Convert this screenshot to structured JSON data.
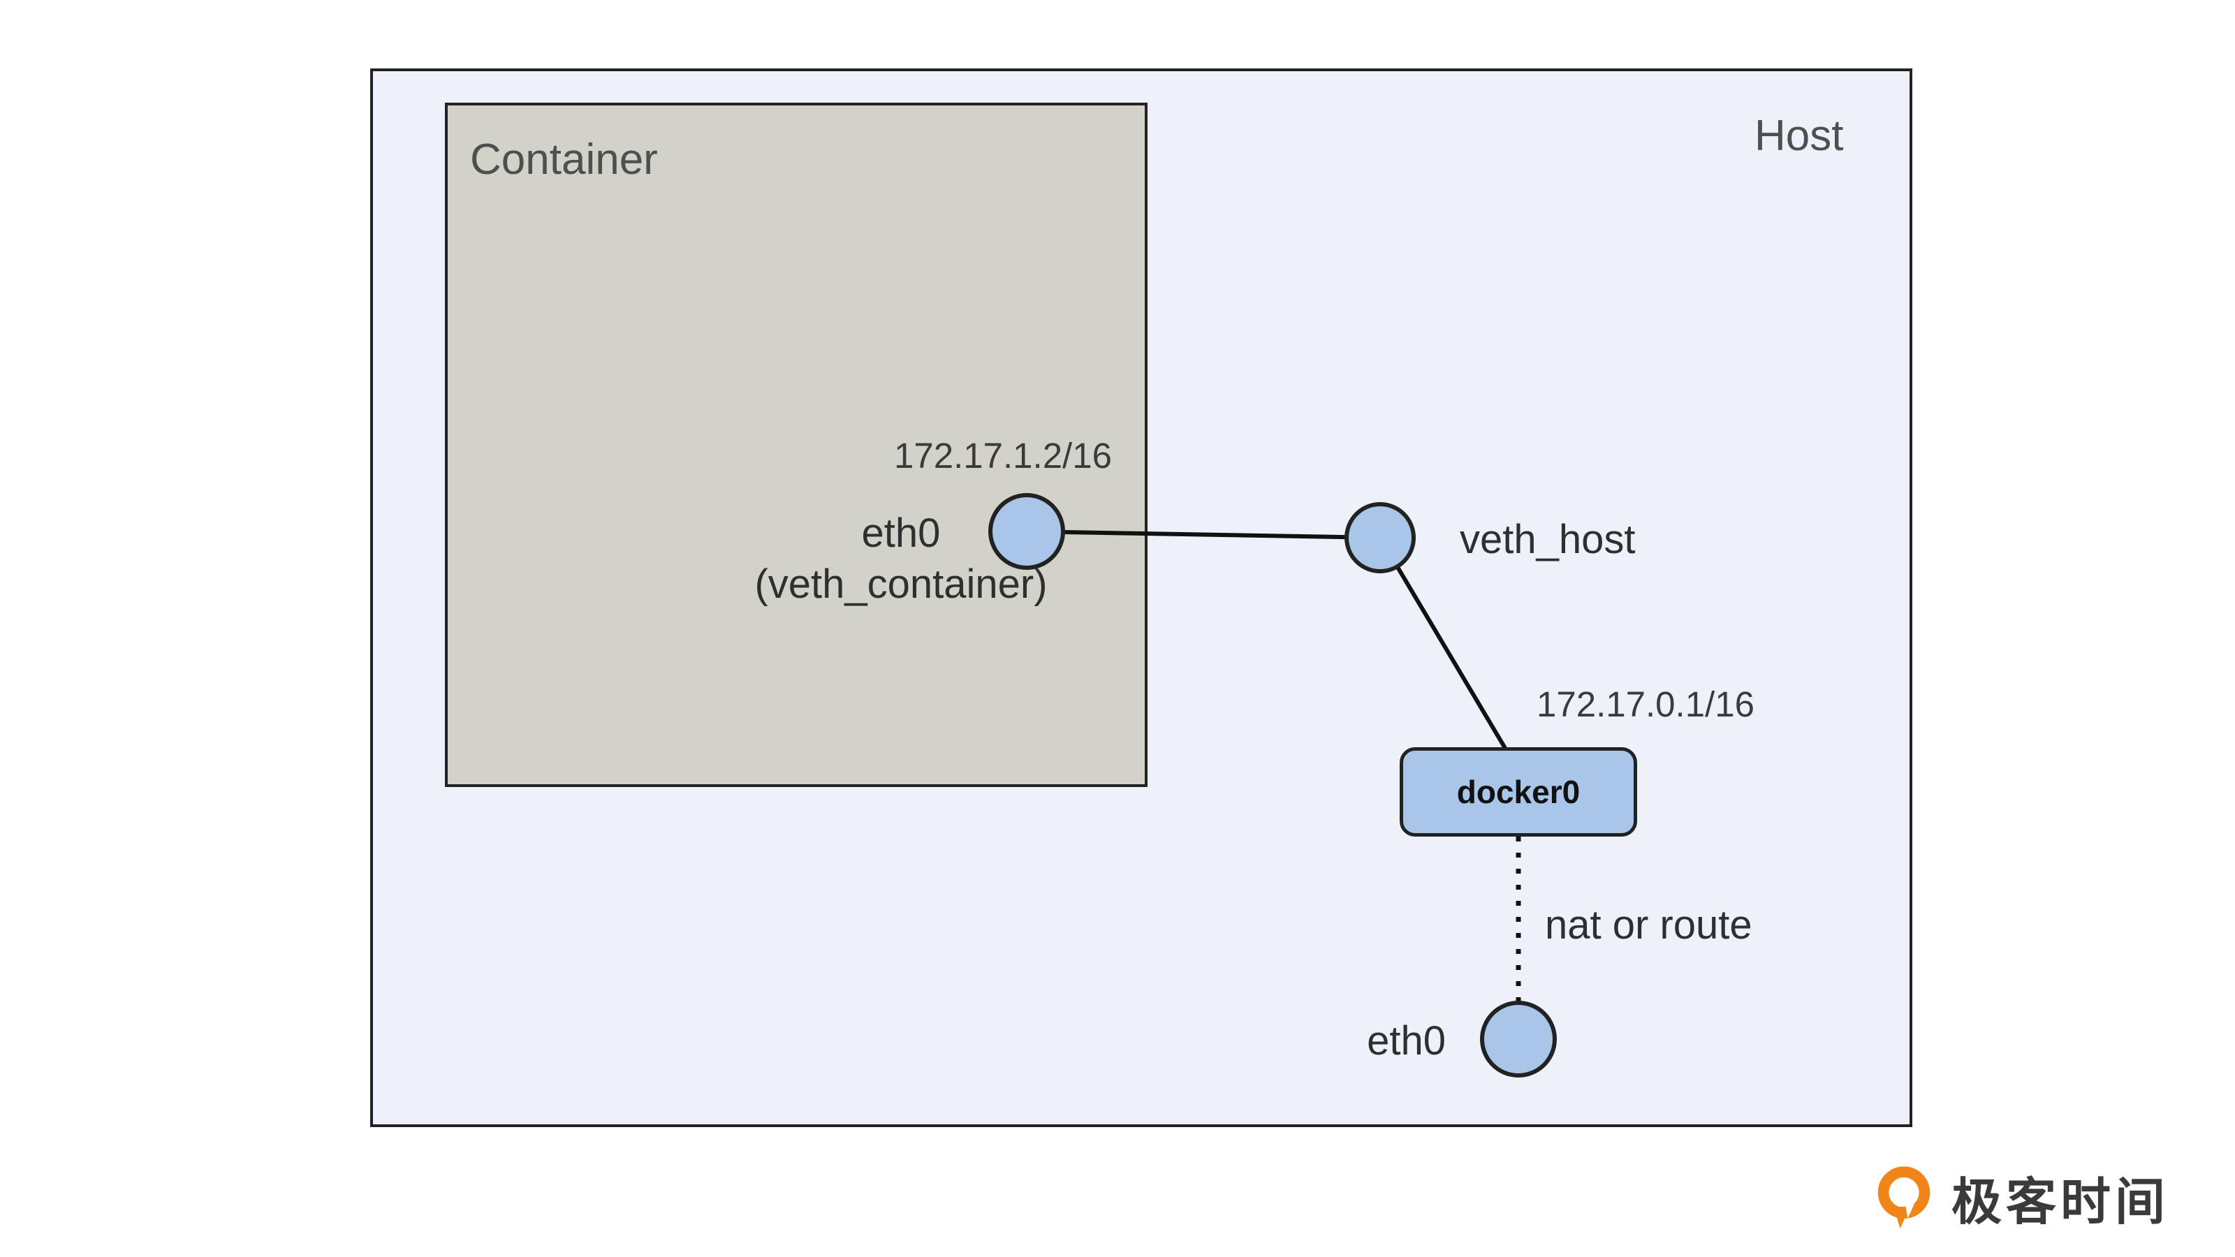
{
  "diagram": {
    "host": {
      "label": "Host"
    },
    "container": {
      "label": "Container",
      "eth0": {
        "name": "eth0",
        "alias": "(veth_container)",
        "ip": "172.17.1.2/16"
      }
    },
    "veth_host": {
      "label": "veth_host"
    },
    "docker0": {
      "label": "docker0",
      "ip": "172.17.0.1/16"
    },
    "nat": {
      "label": "nat or route"
    },
    "host_eth0": {
      "label": "eth0"
    }
  },
  "branding": {
    "logo_text": "极客时间"
  },
  "colors": {
    "host_fill": "#edf1f9",
    "container_fill": "#d2d2cb",
    "node_fill": "#a9c5e8",
    "line": "#111111",
    "border": "#222222",
    "label_gray": "#4f4f4f",
    "text_dark": "#2f2f2f",
    "logo_orange": "#f08519"
  }
}
